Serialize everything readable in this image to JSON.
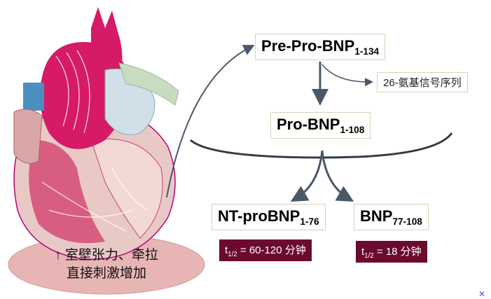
{
  "nodes": {
    "prepro": {
      "name": "Pre-Pro-BNP",
      "sub": "1-134"
    },
    "signal": "26-氨基信号序列",
    "pro": {
      "name": "Pro-BNP",
      "sub": "1-108"
    },
    "nt": {
      "name": "NT-proBNP",
      "sub": "1-76"
    },
    "bnp": {
      "name": "BNP",
      "sub": "77-108"
    }
  },
  "half_life": {
    "symbol": "t",
    "sub": "1/2",
    "nt_value": "= 60-120 分钟",
    "bnp_value": "= 18 分钟"
  },
  "cause": {
    "line1": "↑ 室壁张力、牵拉",
    "line2": "直接刺激增加"
  },
  "colors": {
    "half_life_bg": "#6b0a2e",
    "arrow": "#4a5868",
    "ellipse": "#e8b5b5"
  }
}
